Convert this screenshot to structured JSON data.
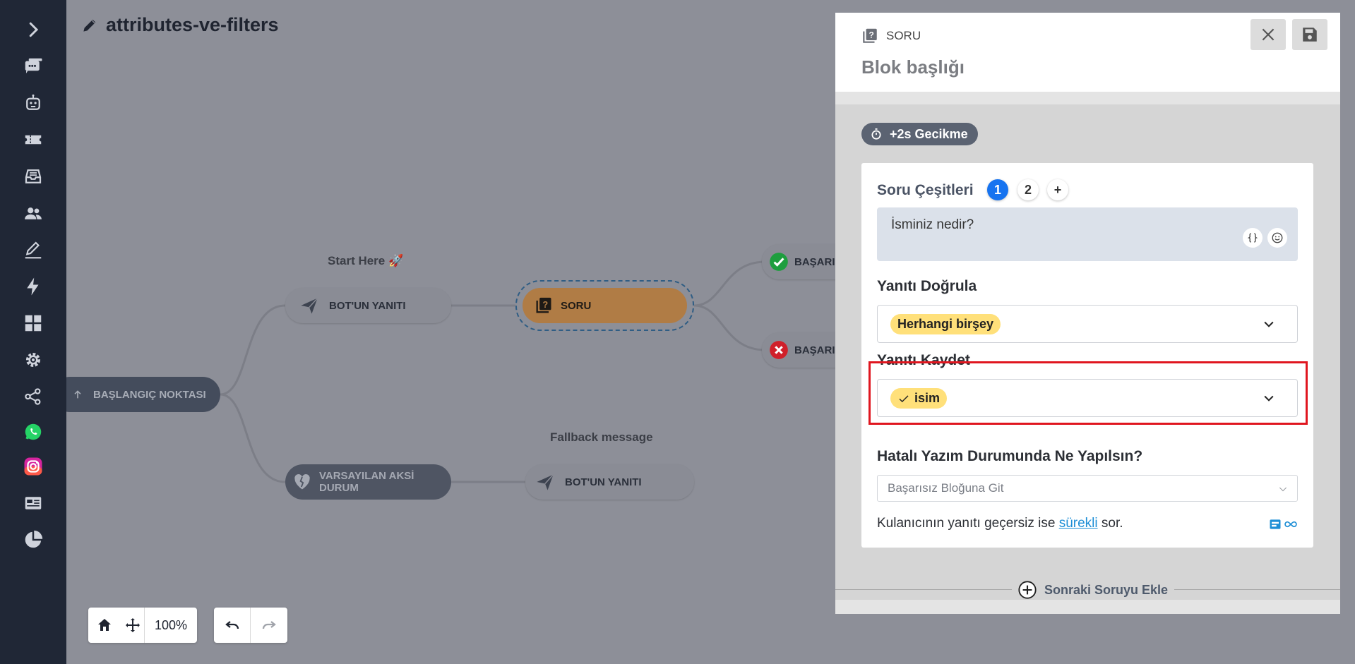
{
  "flow": {
    "title": "attributes-ve-filters"
  },
  "nodes": {
    "start_here_label": "Start Here 🚀",
    "start_point": "BAŞLANGIÇ NOKTASI",
    "bot_reply_1": "BOT'UN YANITI",
    "question": "SORU",
    "success": "BAŞARIL",
    "failure": "BAŞARIS",
    "fallback_label": "Fallback message",
    "default_case": "VARSAYILAN AKSİ DURUM",
    "bot_reply_2": "BOT'UN YANITI"
  },
  "toolbar": {
    "zoom": "100%"
  },
  "panel": {
    "type_label": "SORU",
    "title": "Blok başlığı",
    "delay": "+2s Gecikme",
    "variants_label": "Soru Çeşitleri",
    "variant_1": "1",
    "variant_2": "2",
    "variant_add": "+",
    "question_text": "İsminiz nedir?",
    "validate_label": "Yanıtı Doğrula",
    "validate_value": "Herhangi birşey",
    "save_label": "Yanıtı Kaydet",
    "save_value": "isim",
    "typo_label": "Hatalı Yazım Durumunda Ne Yapılsın?",
    "typo_value": "Başarısız Bloğuna Git",
    "retry_prefix": "Kulanıcının yanıtı geçersiz ise ",
    "retry_link": "sürekli",
    "retry_suffix": " sor.",
    "add_next": "Sonraki Soruyu Ekle"
  },
  "colors": {
    "rail_bg": "#202736",
    "accent_blue": "#1673f0",
    "chip_yellow": "#ffe07a",
    "question_node": "#b07c45",
    "highlight_red": "#e0161f",
    "success_green": "#1e9e3e",
    "failure_red": "#d0202a"
  }
}
